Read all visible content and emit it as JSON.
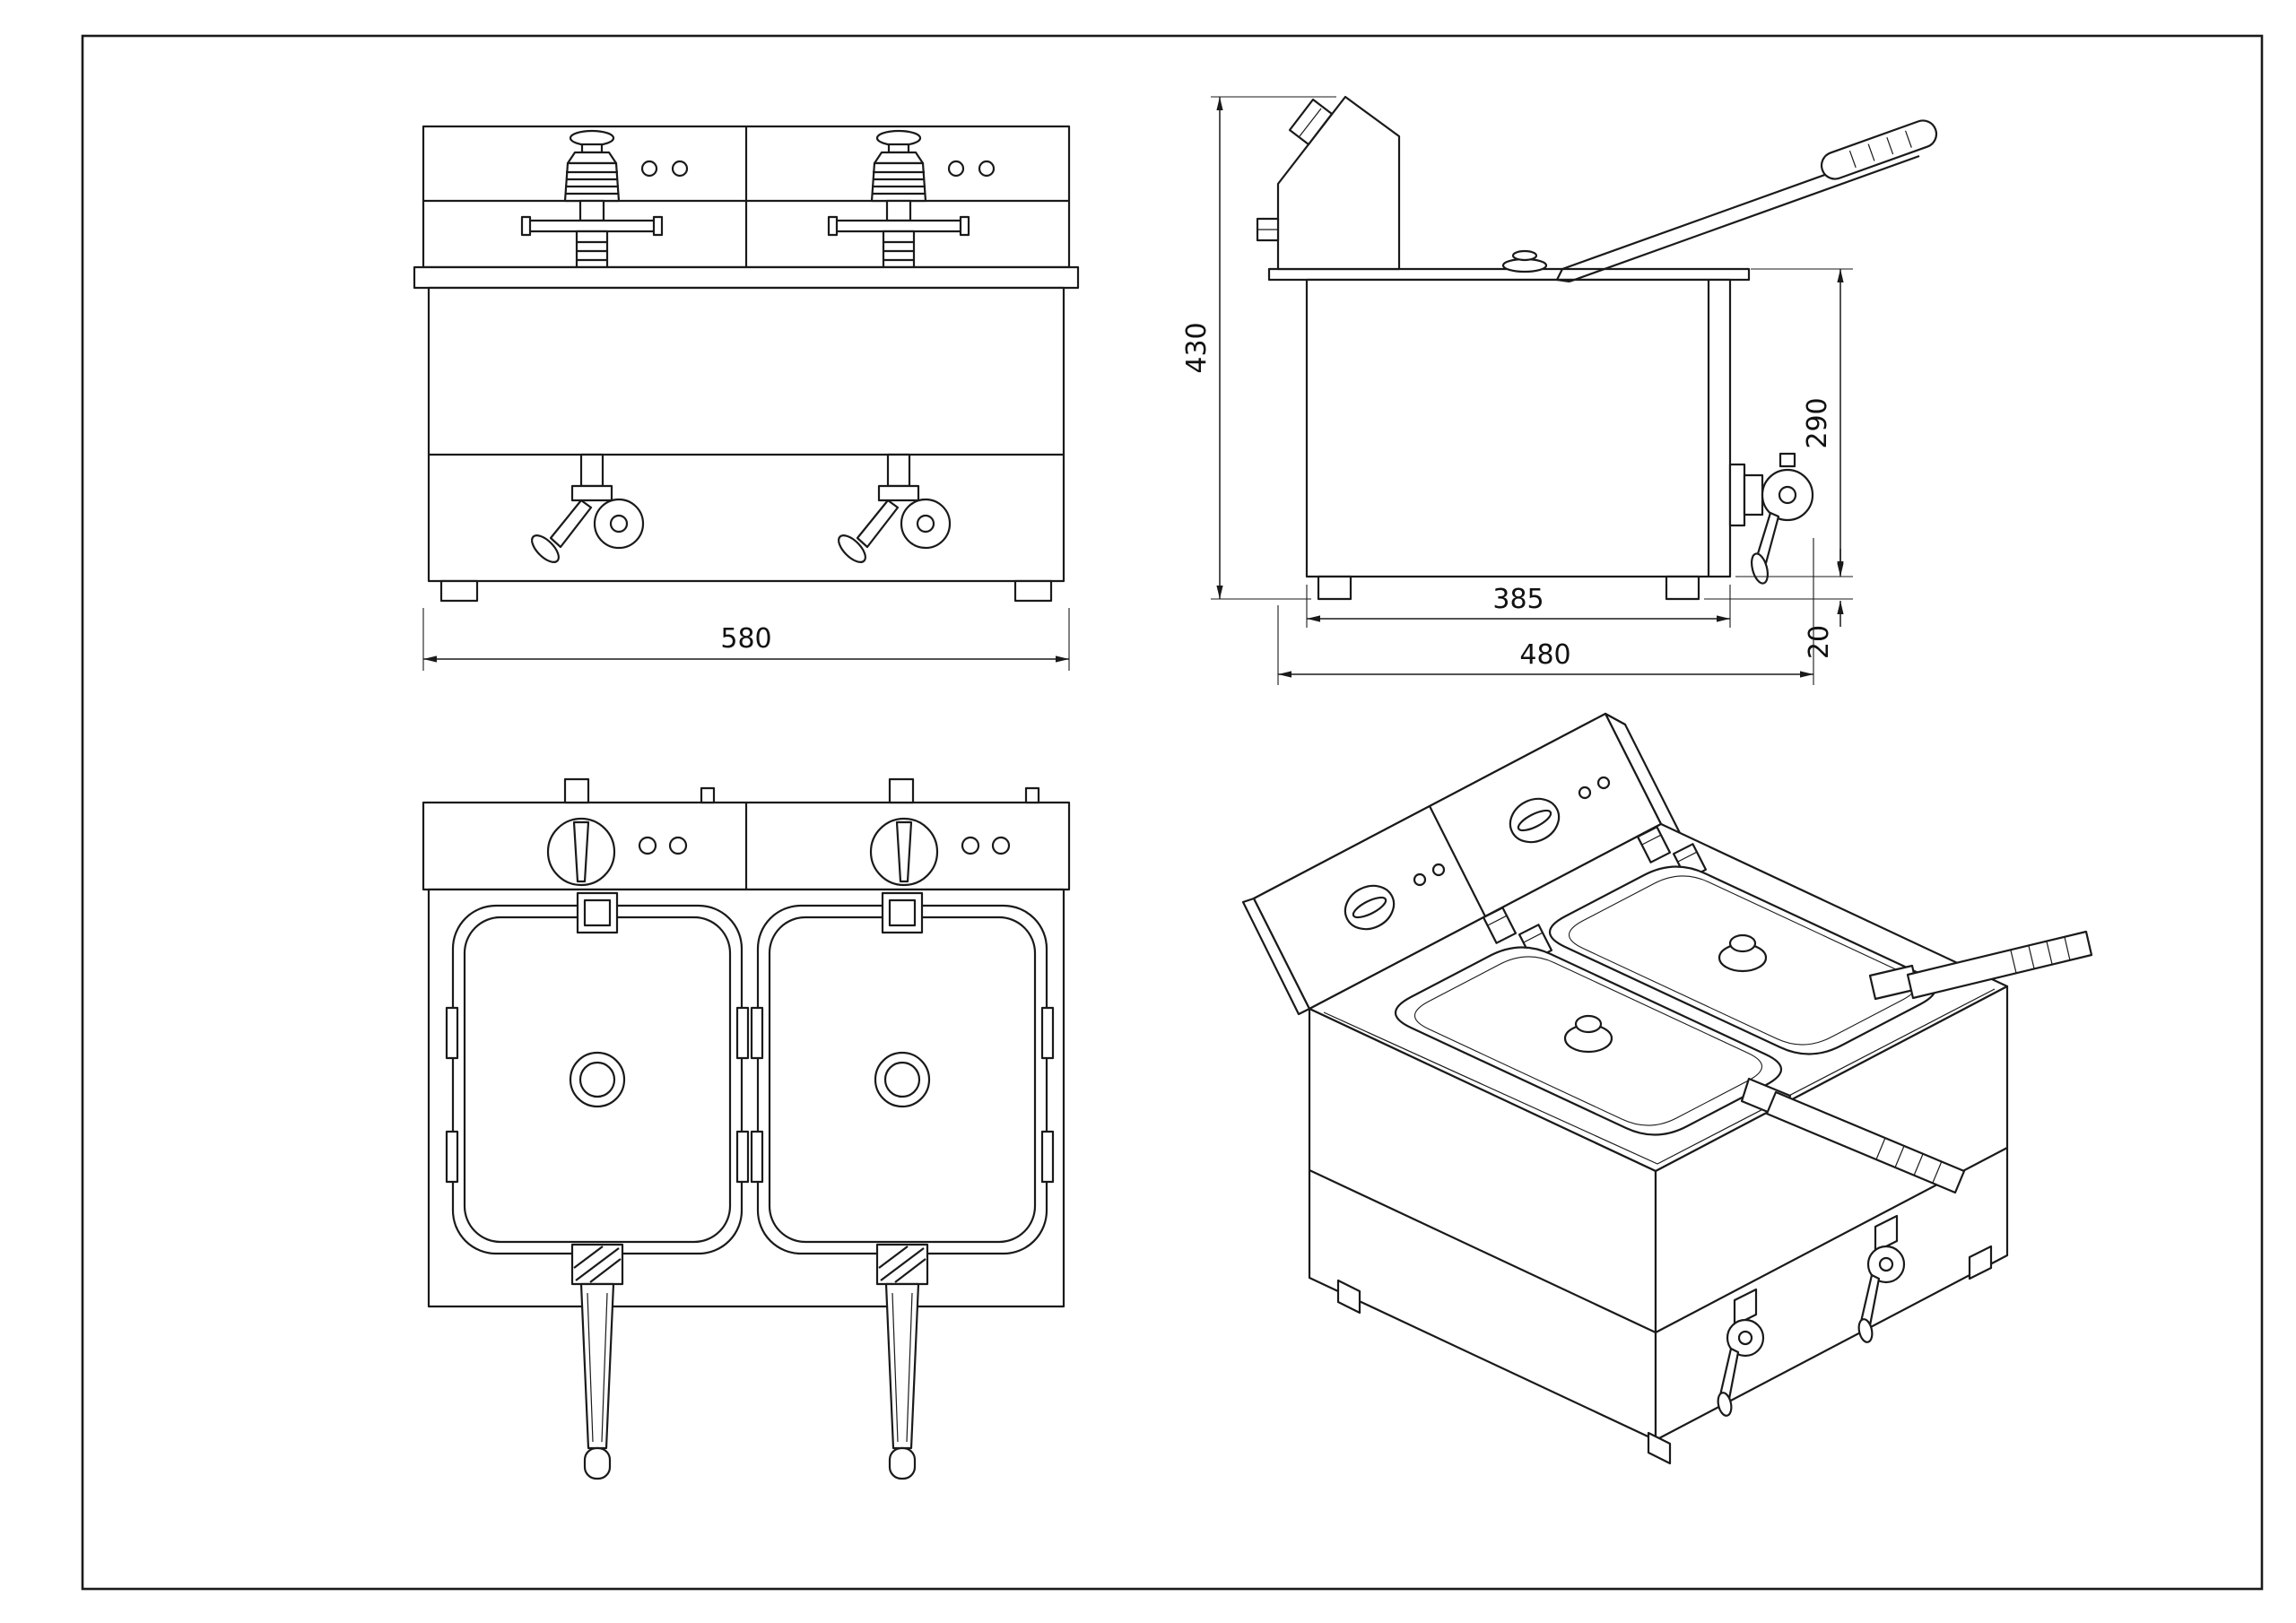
{
  "sheet": {
    "background": "#ffffff",
    "line_color": "#1a1a1a"
  },
  "dimensions": {
    "front_width": "580",
    "overall_height": "430",
    "body_height": "290",
    "body_depth": "385",
    "overall_depth": "480",
    "foot_height": "20"
  }
}
